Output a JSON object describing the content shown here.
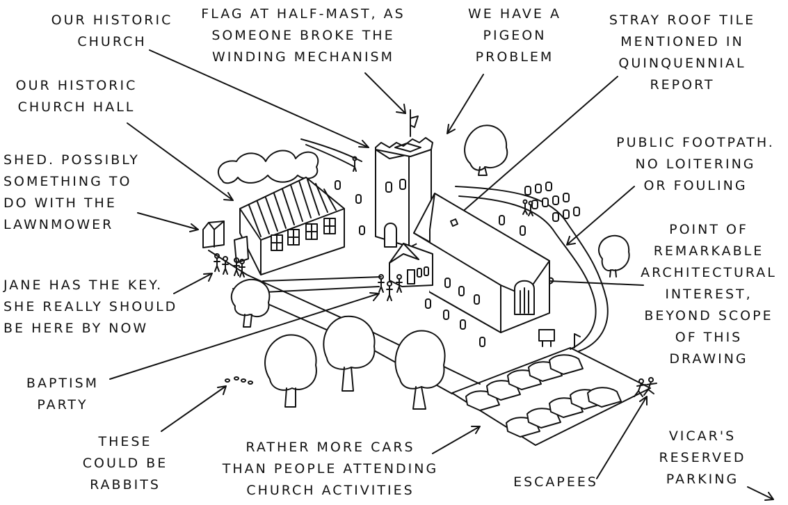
{
  "labels": {
    "historic_church": "OUR HISTORIC\nCHURCH",
    "flag": "FLAG AT HALF-MAST, AS\nSOMEONE BROKE THE\nWINDING MECHANISM",
    "pigeon": "WE HAVE A\nPIGEON\nPROBLEM",
    "roof_tile": "STRAY ROOF TILE\nMENTIONED IN\nQUINQUENNIAL\nREPORT",
    "church_hall": "OUR HISTORIC\nCHURCH HALL",
    "shed": "SHED. POSSIBLY\nSOMETHING TO\nDO WITH THE\nLAWNMOWER",
    "footpath": "PUBLIC FOOTPATH.\nNO LOITERING\nOR FOULING",
    "architecture": "POINT OF\nREMARKABLE\nARCHITECTURAL\nINTEREST,\nBEYOND SCOPE\nOF THIS\nDRAWING",
    "jane": "JANE HAS THE KEY.\nSHE REALLY SHOULD\nBE HERE BY NOW",
    "baptism": "BAPTISM\nPARTY",
    "rabbits": "THESE\nCOULD BE\nRABBITS",
    "cars": "RATHER MORE CARS\nTHAN PEOPLE ATTENDING\nCHURCH ACTIVITIES",
    "escapees": "ESCAPEES",
    "vicar": "VICAR'S\nRESERVED\nPARKING"
  }
}
